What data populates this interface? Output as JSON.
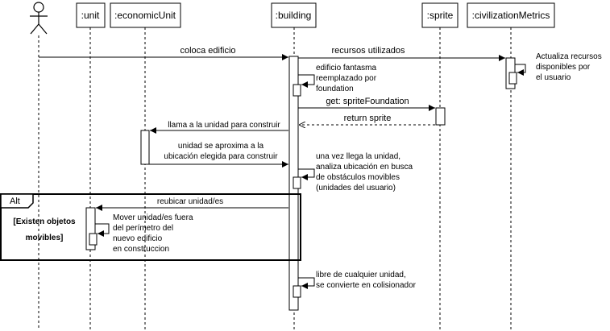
{
  "participants": {
    "actor": "",
    "unit": ":unit",
    "economicUnit": ":economicUnit",
    "building": ":building",
    "sprite": ":sprite",
    "civilizationMetrics": ":civilizationMetrics"
  },
  "messages": {
    "coloca": "coloca edificio",
    "recursos": "recursos utilizados",
    "actualiza": [
      "Actualiza recursos",
      "disponibles por",
      "el usuario"
    ],
    "fantasma": [
      "edificio fantasma",
      "reemplazado por",
      "foundation"
    ],
    "get_sprite": "get: spriteFoundation",
    "return_sprite": "return sprite",
    "llama": "llama a la unidad para construir",
    "aproxima": [
      "unidad se aproxima a la",
      "ubicación elegida para construir"
    ],
    "analiza": [
      "una vez llega la unidad,",
      "analiza ubicación en busca",
      "de obstáculos movibles",
      "(unidades del usuario)"
    ],
    "reubicar": "reubicar unidad/es",
    "mover": [
      "Mover unidad/es fuera",
      "del perímetro del",
      "nuevo edificio",
      "en construccion"
    ],
    "libre": [
      "libre de cualquier unidad,",
      "se convierte en colisionador"
    ]
  },
  "alt_frame": {
    "label": "Alt",
    "guard": [
      "[Existen objetos",
      "movibles]"
    ]
  }
}
